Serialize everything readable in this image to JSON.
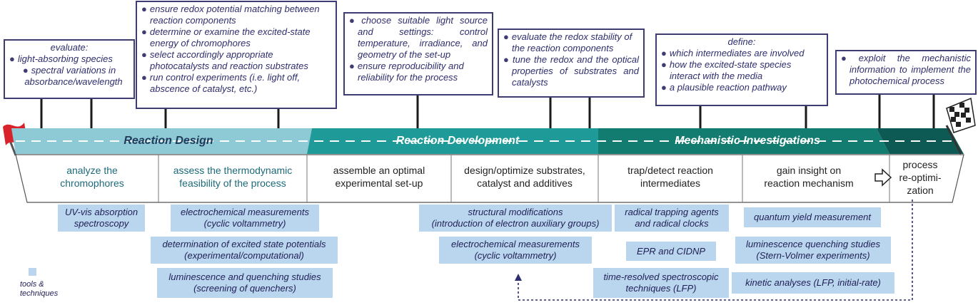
{
  "stages": [
    "Reaction Design",
    "Reaction Development",
    "Mechanistic Investigations"
  ],
  "steps": [
    {
      "text": [
        "analyze the",
        "chromophores"
      ]
    },
    {
      "text": [
        "assess the thermodynamic",
        "feasibility of the process"
      ]
    },
    {
      "text": [
        "assemble an optimal",
        "experimental set-up"
      ]
    },
    {
      "text": [
        "design/optimize substrates,",
        "catalyst and additives"
      ]
    },
    {
      "text": [
        "trap/detect reaction",
        "intermediates"
      ]
    },
    {
      "text": [
        "gain insight on",
        "reaction mechanism"
      ]
    },
    {
      "text": [
        "process",
        "re-optimi-",
        "zation"
      ]
    }
  ],
  "boxes": [
    {
      "head": "evaluate:",
      "bullets": [
        "light-absorbing species",
        "spectral variations in absorbance/wavelength"
      ]
    },
    {
      "head": "",
      "bullets": [
        "ensure redox potential matching between reaction components",
        "determine or examine the excited-state energy of chromophores",
        "select accordingly appropriate photocatalysts and reaction substrates",
        "run control experiments (i.e. light off, abscence of catalyst, etc.)"
      ]
    },
    {
      "head": "",
      "bullets": [
        "choose suitable light source and settings: control temperature, irradiance, and geometry of the set-up",
        "ensure reproducibility and reliability for the process"
      ]
    },
    {
      "head": "",
      "bullets": [
        "evaluate the redox stability of the reaction components",
        "tune the redox and the optical properties of substrates and catalysts"
      ]
    },
    {
      "head": "define:",
      "bullets": [
        "which intermediates are involved",
        "how the excited-state species interact with the media",
        "a plausible reaction pathway"
      ]
    },
    {
      "head": "",
      "bullets": [
        "exploit the mechanistic information to implement the photochemical process"
      ]
    }
  ],
  "tools": [
    [
      "UV-vis absorption",
      "spectroscopy"
    ],
    [
      "electrochemical measurements",
      "(cyclic voltammetry)"
    ],
    [
      "determination of excited state potentials",
      "(experimental/computational)"
    ],
    [
      "luminescence and quenching studies",
      "(screening of quenchers)"
    ],
    [
      "structural modifications",
      "(introduction of electron auxiliary groups)"
    ],
    [
      "electrochemical measurements",
      "(cyclic voltammetry)"
    ],
    [
      "radical trapping agents",
      "and radical clocks"
    ],
    [
      "EPR and CIDNP"
    ],
    [
      "time-resolved spectroscopic",
      "techniques (LFP)"
    ],
    [
      "quantum yield measurement"
    ],
    [
      "luminescence quenching studies",
      "(Stern-Volmer experiments)"
    ],
    [
      "kinetic analyses  (LFP, initial-rate)"
    ]
  ],
  "legend": [
    "tools &",
    "techniques"
  ],
  "colors": {
    "design": "#8ecad6",
    "development": "#1e9a98",
    "mechanistic": "#127c70",
    "end": "#0d5a55",
    "tool": "#bad6ee",
    "box_border": "#3d3d73"
  }
}
